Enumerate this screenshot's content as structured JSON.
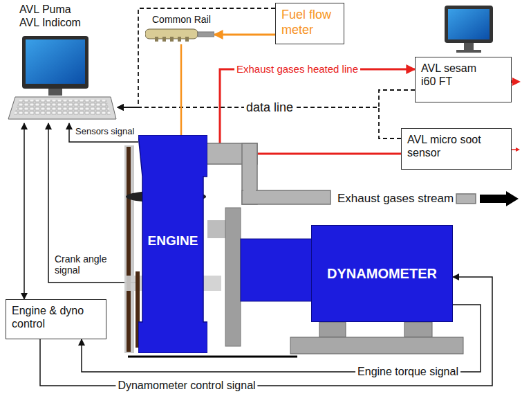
{
  "diagram": {
    "nodes": [
      {
        "text": [
          "AVL Puma AVL Indicom"
        ]
      },
      {
        "text": [
          "Common Rail"
        ]
      },
      {
        "text": [
          "Fuel flow meter"
        ]
      },
      {
        "text": [
          "AVL sesam i60 FT"
        ]
      },
      {
        "text": [
          "AVL micro soot sensor"
        ]
      },
      {
        "text": [
          "ENGINE"
        ]
      },
      {
        "text": [
          "DYNAMOMETER"
        ]
      },
      {
        "text": [
          "Engine & dyno control"
        ]
      }
    ],
    "edges": [
      {
        "from": 2,
        "to": 1,
        "arrow": "to"
      },
      {
        "from": 2,
        "to": 0,
        "arrow": "to"
      },
      {
        "from": 3,
        "to": 0,
        "label": "data line",
        "arrow": "to"
      },
      {
        "from": 4,
        "to": 0,
        "arrow": "to"
      },
      {
        "from": 1,
        "to": 5,
        "arrow": "none"
      },
      {
        "from": 5,
        "to": 3,
        "label": "Exhaust gases heated line",
        "arrow": "to"
      },
      {
        "from": 5,
        "to": 4,
        "arrow": "none"
      },
      {
        "from": 5,
        "to": 0,
        "label": "Sensors signal",
        "arrow": "to"
      },
      {
        "from": 5,
        "to": 0,
        "label": "Crank angle signal",
        "arrow": "to"
      },
      {
        "from": 0,
        "to": 7,
        "arrow": "both"
      },
      {
        "from": 6,
        "to": 7,
        "label": "Engine torque signal",
        "arrow": "to"
      },
      {
        "from": 7,
        "to": 6,
        "label": "Dynamometer control signal",
        "arrow": "to"
      }
    ],
    "labels": [
      "Exhaust gases stream"
    ]
  }
}
